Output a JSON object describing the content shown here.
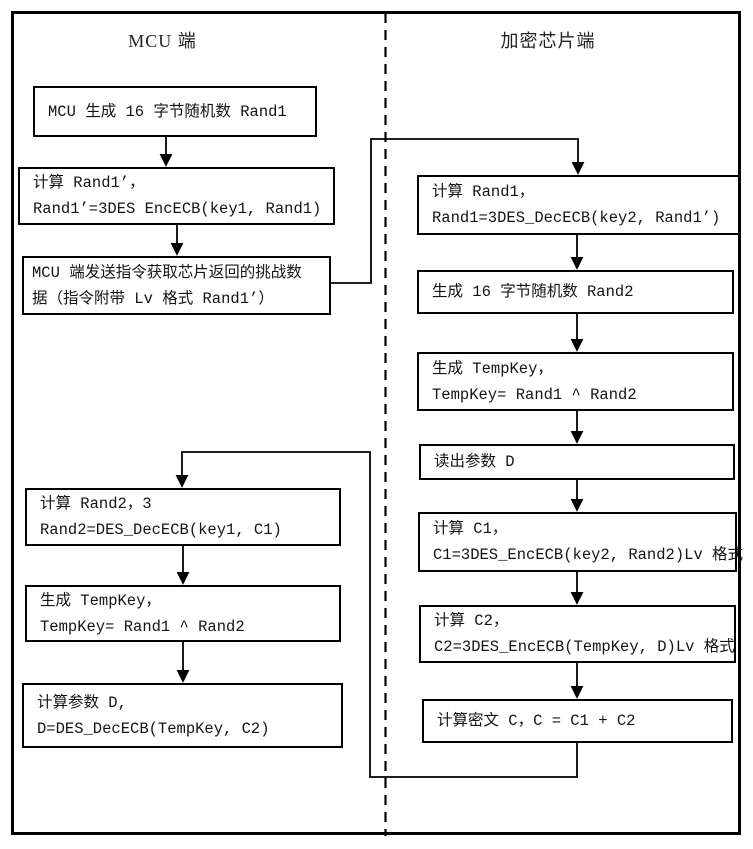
{
  "diagram": {
    "left_title": "MCU 端",
    "right_title": "加密芯片端",
    "left_boxes": [
      {
        "line1": "MCU 生成 16 字节随机数 Rand1"
      },
      {
        "line1": "计算 Rand1’，",
        "line2": "Rand1’=3DES EncECB(key1, Rand1)"
      },
      {
        "line1": "MCU 端发送指令获取芯片返回的挑战数",
        "line2": "据（指令附带 Lv 格式 Rand1’）"
      },
      {
        "line1": "计算 Rand2，3",
        "line2": "Rand2=DES_DecECB(key1, C1)"
      },
      {
        "line1": "生成 TempKey，",
        "line2": "TempKey= Rand1 ^ Rand2"
      },
      {
        "line1": "计算参数 D,",
        "line2": "D=DES_DecECB(TempKey, C2)"
      }
    ],
    "right_boxes": [
      {
        "line1": "计算 Rand1，",
        "line2": "Rand1=3DES_DecECB(key2, Rand1’)"
      },
      {
        "line1": "生成 16 字节随机数 Rand2"
      },
      {
        "line1": "生成 TempKey，",
        "line2": "TempKey= Rand1 ^ Rand2"
      },
      {
        "line1": "读出参数 D"
      },
      {
        "line1": "计算 C1，",
        "line2": "C1=3DES_EncECB(key2, Rand2)Lv 格式"
      },
      {
        "line1": "计算 C2，",
        "line2": "C2=3DES_EncECB(TempKey, D)Lv 格式"
      },
      {
        "line1": "计算密文 C，C = C1 + C2"
      }
    ],
    "colors": {
      "line": "#000000",
      "text": "#141414",
      "background": "#ffffff"
    }
  }
}
